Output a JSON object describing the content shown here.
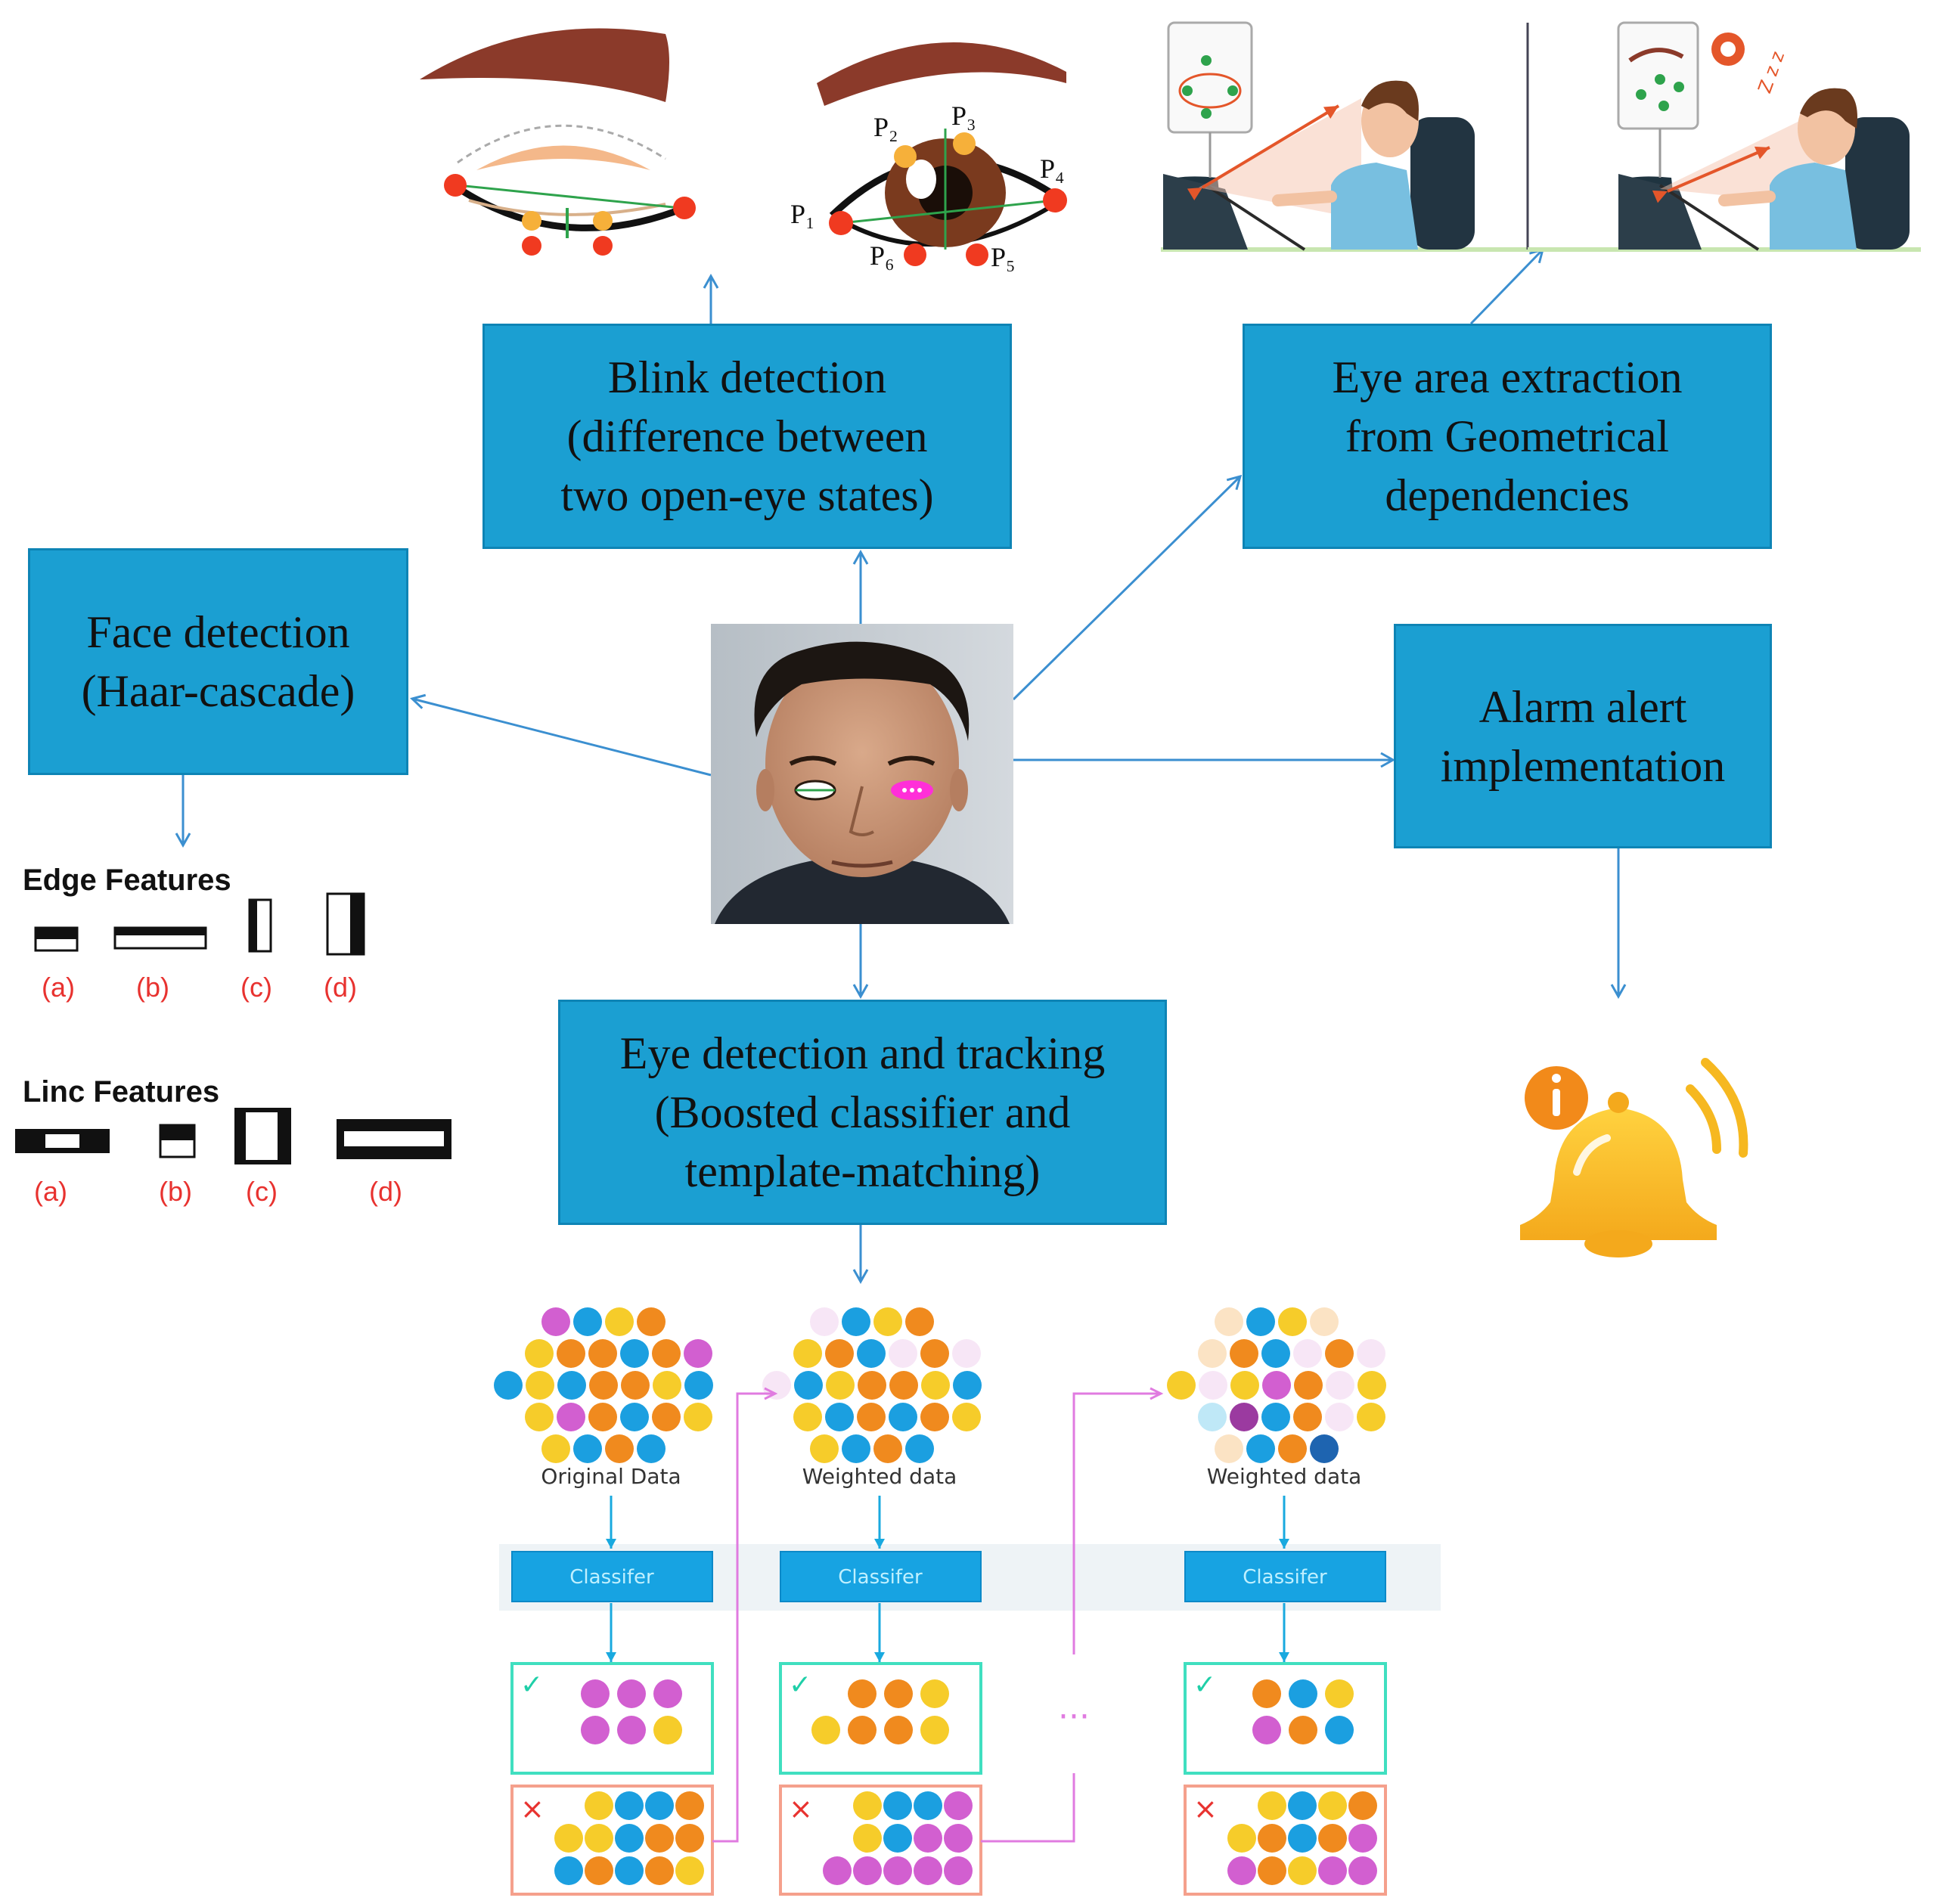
{
  "boxes": {
    "blink": [
      "Blink  detection",
      "(difference between",
      "two open-eye states)"
    ],
    "eye_area": [
      "Eye area extraction",
      "from Geometrical",
      "dependencies"
    ],
    "face": [
      "Face detection",
      "(Haar-cascade)"
    ],
    "alarm": [
      "Alarm alert",
      "implementation"
    ],
    "eye_track": [
      "Eye detection and tracking",
      "(Boosted classifier  and",
      "template-matching)"
    ]
  },
  "eye_landmarks": {
    "p1": "P₁",
    "p2": "P₂",
    "p3": "P₃",
    "p4": "P₄",
    "p5": "P₅",
    "p6": "P₆"
  },
  "driver_scene": {
    "sleep_mark": "Z z z"
  },
  "edge_features": {
    "title": "Edge Features",
    "labels": [
      "(a)",
      "(b)",
      "(c)",
      "(d)"
    ]
  },
  "linc_features": {
    "title": "Linc Features",
    "labels": [
      "(a)",
      "(b)",
      "(c)",
      "(d)"
    ]
  },
  "boosting": {
    "stage_labels": [
      "Original Data",
      "Weighted data",
      "Weighted data"
    ],
    "classifier_label": "Classifer",
    "ellipsis": "···",
    "check": "✓",
    "cross": "×"
  },
  "colors": {
    "box": "#1b9fd2",
    "arrow": "#3b8fd0",
    "pink": "#e07be0",
    "red_label": "#e8322f",
    "bell": "#f6b820",
    "info": "#f28a1a"
  }
}
